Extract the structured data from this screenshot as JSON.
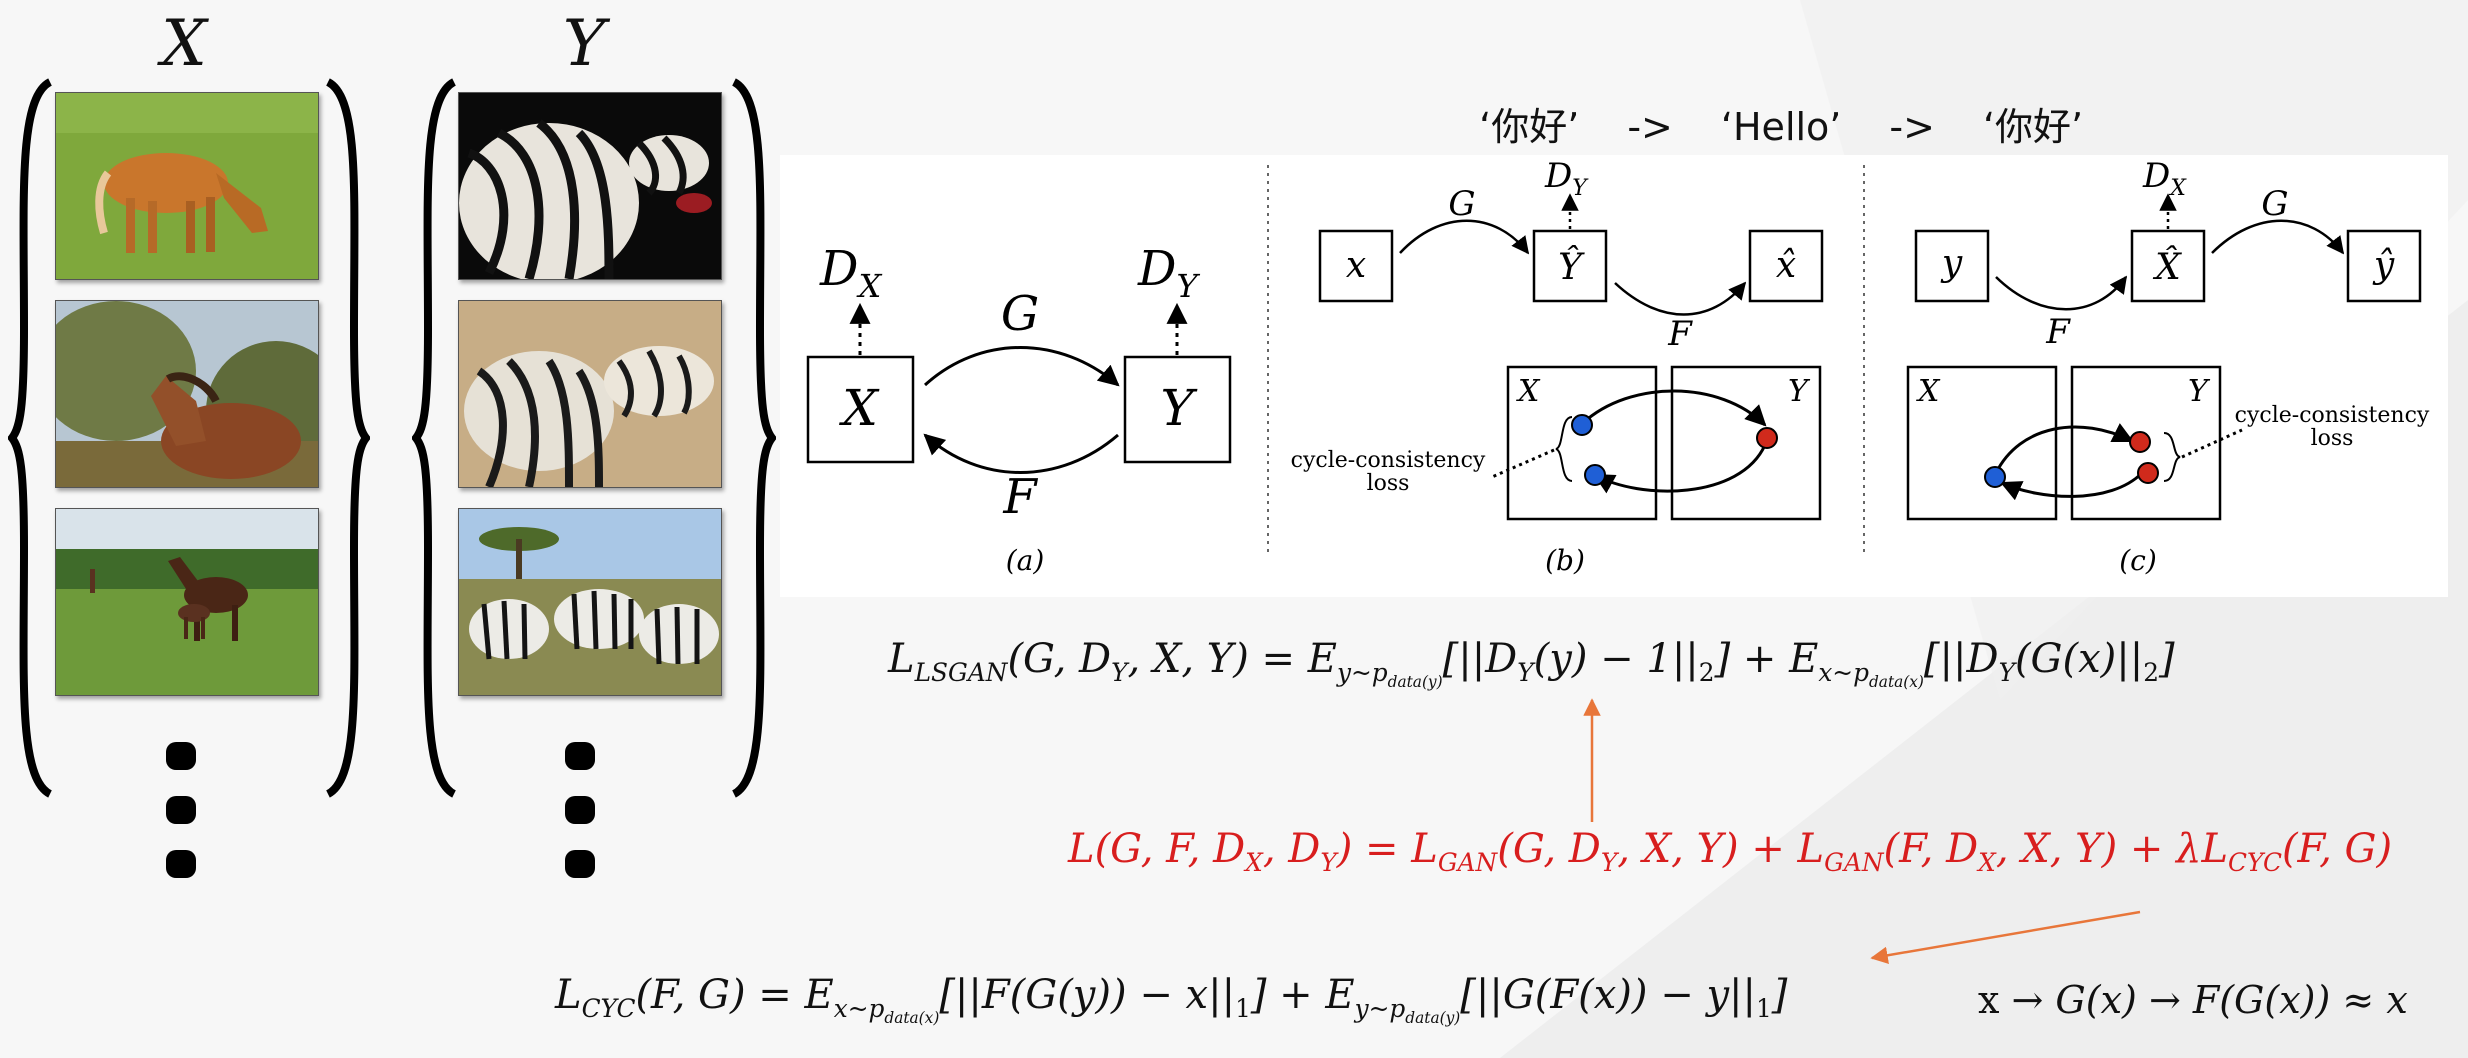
{
  "sets": {
    "x_label": "X",
    "y_label": "Y",
    "x_images": [
      "horse-grazing-photo",
      "horse-bushes-photo",
      "mare-foal-photo"
    ],
    "y_images": [
      "zebra-close-photo",
      "zebras-resting-photo",
      "zebra-herd-photo"
    ]
  },
  "translation": {
    "first": "‘你好’",
    "arrow1": "->",
    "second": "‘Hello’",
    "arrow2": "->",
    "third": "‘你好’"
  },
  "diagram_a": {
    "node_x": "X",
    "node_y": "Y",
    "dx_main": "D",
    "dx_sub": "X",
    "dy_main": "D",
    "dy_sub": "Y",
    "g": "G",
    "f": "F",
    "caption": "(a)"
  },
  "diagram_b": {
    "x": "x",
    "yhat": "Ŷ",
    "xhat": "x̂",
    "dy_main": "D",
    "dy_sub": "Y",
    "g": "G",
    "f": "F",
    "box_x": "X",
    "box_y": "Y",
    "loss_line1": "cycle-consistency",
    "loss_line2": "loss",
    "caption": "(b)"
  },
  "diagram_c": {
    "y": "y",
    "xhat": "X̂",
    "yhat": "ŷ",
    "dx_main": "D",
    "dx_sub": "X",
    "g": "G",
    "f": "F",
    "box_x": "X",
    "box_y": "Y",
    "loss_line1": "cycle-consistency",
    "loss_line2": "loss",
    "caption": "(c)"
  },
  "formulas": {
    "lsgan_lhs": "L",
    "lsgan_lhs_sub": "LSGAN",
    "lsgan_args": "(G, D",
    "lsgan_args_sub": "Y",
    "lsgan_args_rest": ", X, Y) = E",
    "lsgan_e1_sub": "y~p",
    "lsgan_e1_subsub": "data(y)",
    "lsgan_term1": "[||D",
    "lsgan_term1_sub": "Y",
    "lsgan_term1_rest": "(y) − 1||",
    "lsgan_term1_norm": "2",
    "lsgan_plus": "] + E",
    "lsgan_e2_sub": "x~p",
    "lsgan_e2_subsub": "data(x)",
    "lsgan_term2": "[||D",
    "lsgan_term2_sub": "Y",
    "lsgan_term2_rest": "(G(x)||",
    "lsgan_term2_norm": "2",
    "lsgan_end": "]",
    "full_objective": "L(G, F, D",
    "full_sub_x": "X",
    "full_comma": ", D",
    "full_sub_y": "Y",
    "full_eq": ") = L",
    "full_gan_sub1": "GAN",
    "full_gan1_args": "(G, D",
    "full_gan1_sub": "Y",
    "full_gan1_rest": ", X, Y) + L",
    "full_gan_sub2": "GAN",
    "full_gan2_args": "(F, D",
    "full_gan2_sub": "X",
    "full_gan2_rest": ", X, Y) + λL",
    "full_cyc_sub": "CYC",
    "full_cyc_args": "(F, G)",
    "cyc_lhs": "L",
    "cyc_lhs_sub": "CYC",
    "cyc_args": "(F, G) = E",
    "cyc_e1_sub": "x~p",
    "cyc_e1_subsub": "data(x)",
    "cyc_term1": "[||F(G(y)) − x||",
    "cyc_term1_norm": "1",
    "cyc_plus": "] + E",
    "cyc_e2_sub": "y~p",
    "cyc_e2_subsub": "data(y)",
    "cyc_term2": "[||G(F(x)) − y||",
    "cyc_term2_norm": "1",
    "cyc_end": "]",
    "cycle_x": "x",
    "cycle_rest": " → G(x) → F(G(x)) ≈ x"
  },
  "colors": {
    "accent_red": "#d81e1e",
    "arrow_orange": "#e8763a",
    "node_blue": "#1f5fd6",
    "node_red": "#d02a1c"
  }
}
